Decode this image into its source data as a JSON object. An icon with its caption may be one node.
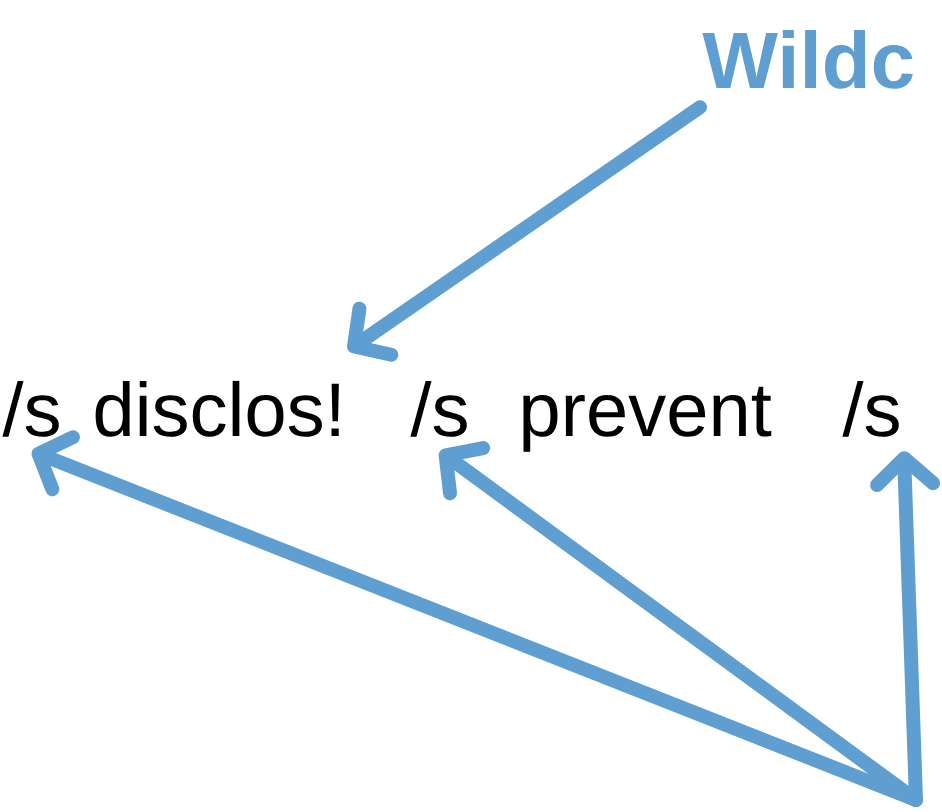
{
  "diagram": {
    "nodes": [
      {
        "text": [
          "Wildc"
        ]
      },
      {
        "text": [
          "/s"
        ]
      },
      {
        "text": [
          "disclos!"
        ]
      },
      {
        "text": [
          "/s"
        ]
      },
      {
        "text": [
          "prevent"
        ]
      },
      {
        "text": [
          "/s"
        ]
      }
    ],
    "edges": [
      {
        "from": 0,
        "to": 2,
        "arrow": "to"
      },
      {
        "from": null,
        "to": 1,
        "arrow": "to"
      },
      {
        "from": null,
        "to": 3,
        "arrow": "to"
      },
      {
        "from": null,
        "to": 5,
        "arrow": "to"
      }
    ]
  }
}
